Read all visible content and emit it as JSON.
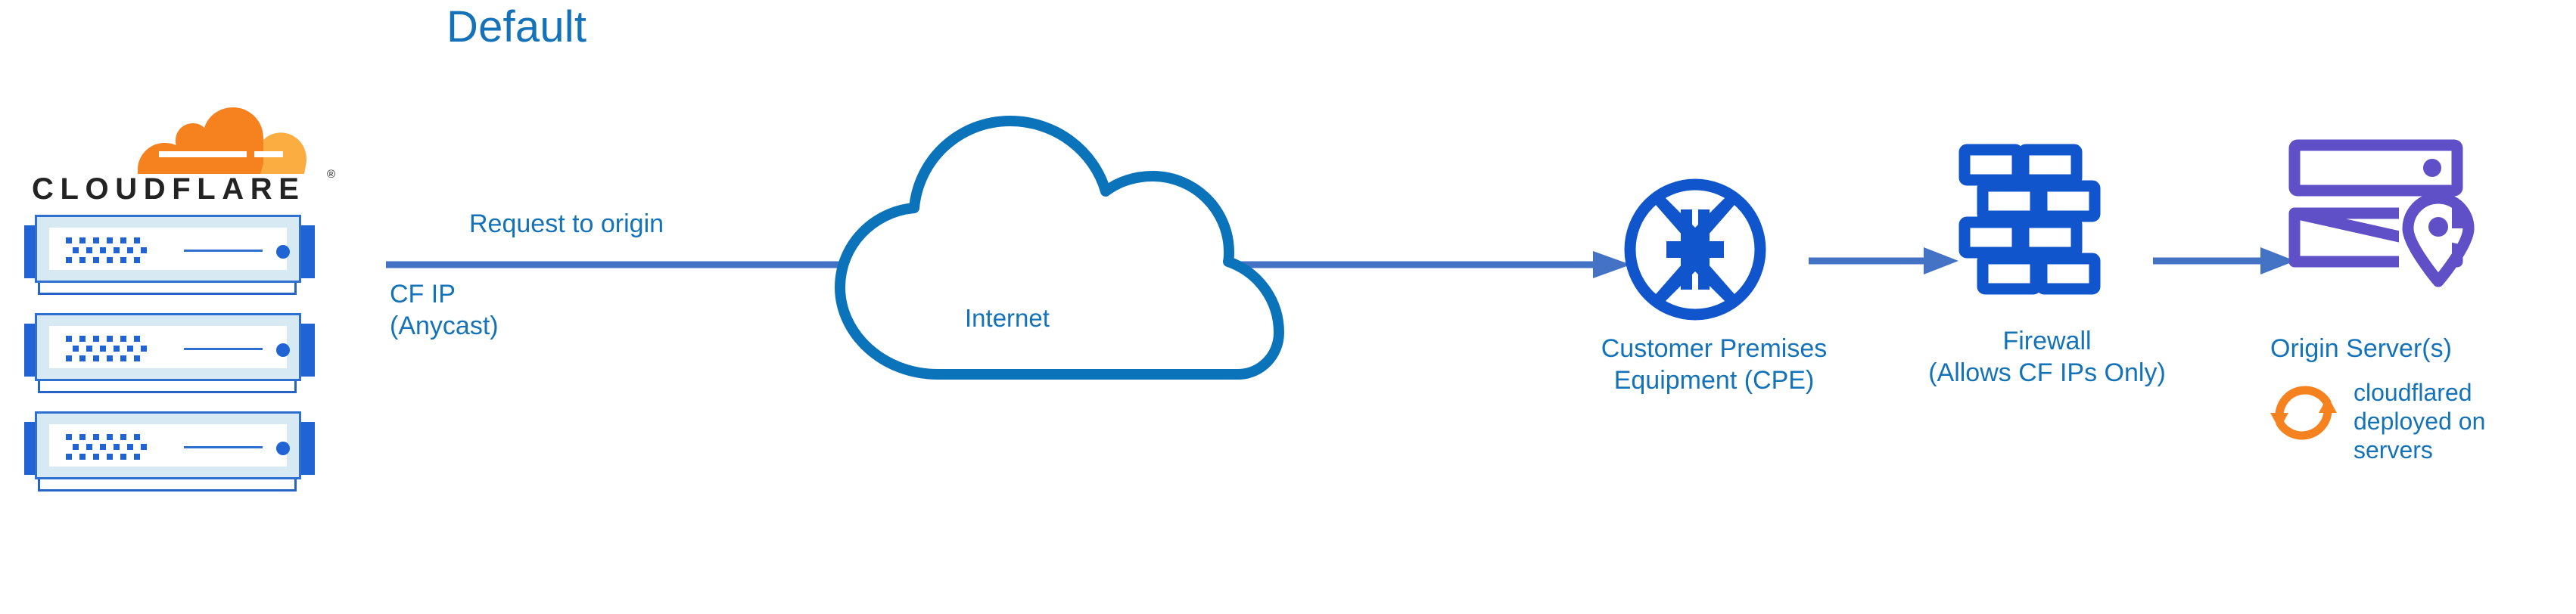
{
  "title": "Default",
  "colors": {
    "accent_blue": "#1473b8",
    "arrow_blue": "#4472c4",
    "icon_blue": "#1155cc",
    "cloud_blue": "#0b73ba",
    "origin_purple": "#6050c8",
    "cloudflare_orange": "#f6821f",
    "cloudflare_orange_light": "#fbad41",
    "wordmark_dark": "#232324",
    "server_frame": "#2f6fd0",
    "server_fill": "#d7eaf4"
  },
  "brand": {
    "wordmark": "CLOUDFLARE",
    "registered_mark": "®",
    "logo_icon": "cloudflare-cloud-logo"
  },
  "servers": {
    "count": 3,
    "icon": "rack-server-icon"
  },
  "labels": {
    "request_to_origin": "Request to origin",
    "cf_ip": "CF IP\n(Anycast)",
    "internet": "Internet",
    "cpe": "Customer Premises\nEquipment (CPE)",
    "firewall": "Firewall\n(Allows CF IPs Only)",
    "origin_server": "Origin Server(s)",
    "cloudflared": "cloudflared\ndeployed on\nservers"
  },
  "icons": {
    "internet": "cloud-outline-icon",
    "cpe": "router-four-arrows-circle-icon",
    "firewall": "brick-wall-icon",
    "origin": "server-stack-location-pin-icon",
    "cloudflared": "circular-sync-arrows-icon"
  },
  "connectors": [
    {
      "name": "servers-to-cpe",
      "from": "cloudflare-servers",
      "to": "cpe",
      "direction": "right"
    },
    {
      "name": "cpe-to-firewall",
      "from": "cpe",
      "to": "firewall",
      "direction": "right"
    },
    {
      "name": "firewall-to-origin",
      "from": "firewall",
      "to": "origin-server",
      "direction": "right"
    }
  ]
}
